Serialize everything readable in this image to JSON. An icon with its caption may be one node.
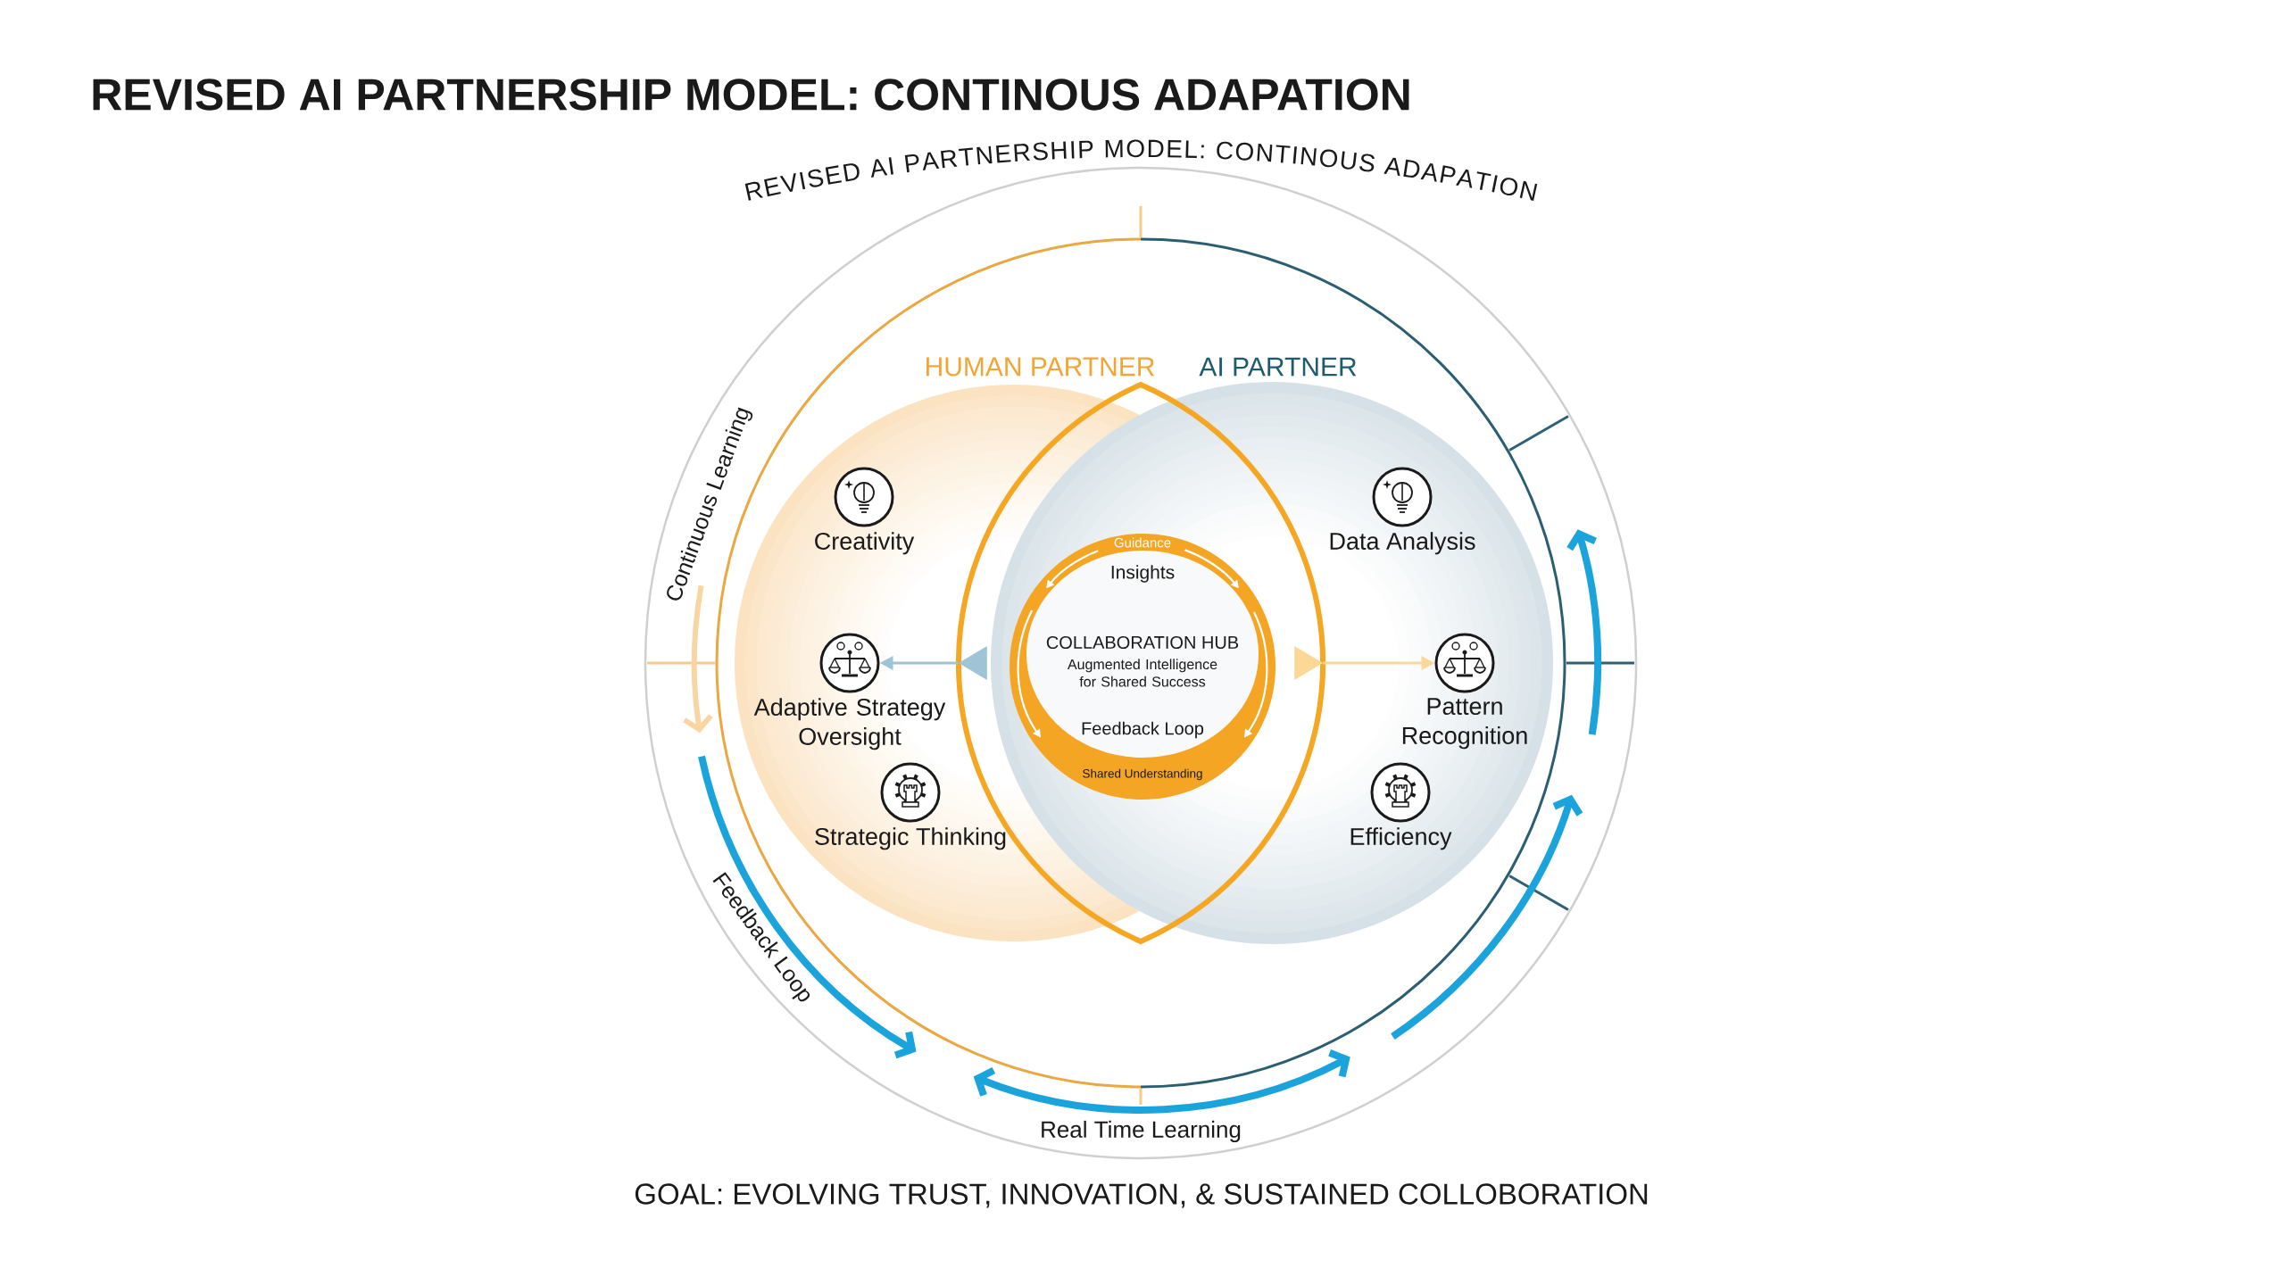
{
  "diagram": {
    "title": "REVISED AI PARTNERSHIP MODEL: CONTINOUS ADAPATION",
    "caption": "GOAL: EVOLVING TRUST, INNOVATION, & SUSTAINED COLLOBORATION",
    "nodes": [
      {
        "text": [
          "REVISED AI PARTNERSHIP MODEL: CONTINOUS ADAPATION"
        ]
      },
      {
        "text": [
          "HUMAN PARTNER"
        ],
        "in": 0
      },
      {
        "text": [
          "AI PARTNER"
        ],
        "in": 0
      },
      {
        "text": [],
        "shape": "lens",
        "in": 0
      },
      {
        "text": [
          "Guidance",
          "Insights",
          "COLLABORATION HUB",
          "Augmented Intelligence for Shared Success",
          "Feedback Loop",
          "Shared Understanding"
        ],
        "in": 3
      },
      {
        "text": [
          "Creativity"
        ],
        "in": 1
      },
      {
        "text": [
          "Adaptive Strategy Oversight"
        ],
        "in": 1
      },
      {
        "text": [
          "Strategic Thinking"
        ],
        "in": 1
      },
      {
        "text": [
          "Data Analysis"
        ],
        "in": 2
      },
      {
        "text": [
          "Pattern Recognition"
        ],
        "in": 2
      },
      {
        "text": [
          "Efficiency"
        ],
        "in": 2
      }
    ],
    "edges": [
      {
        "from": 3,
        "to": 6,
        "arrow": "to",
        "color": "#9fc4d6"
      },
      {
        "from": 3,
        "to": 9,
        "arrow": "to",
        "color": "#fcd898"
      }
    ],
    "labels": [
      "Continuous Learning",
      "Feedback Loop",
      "Real Time Learning"
    ]
  }
}
